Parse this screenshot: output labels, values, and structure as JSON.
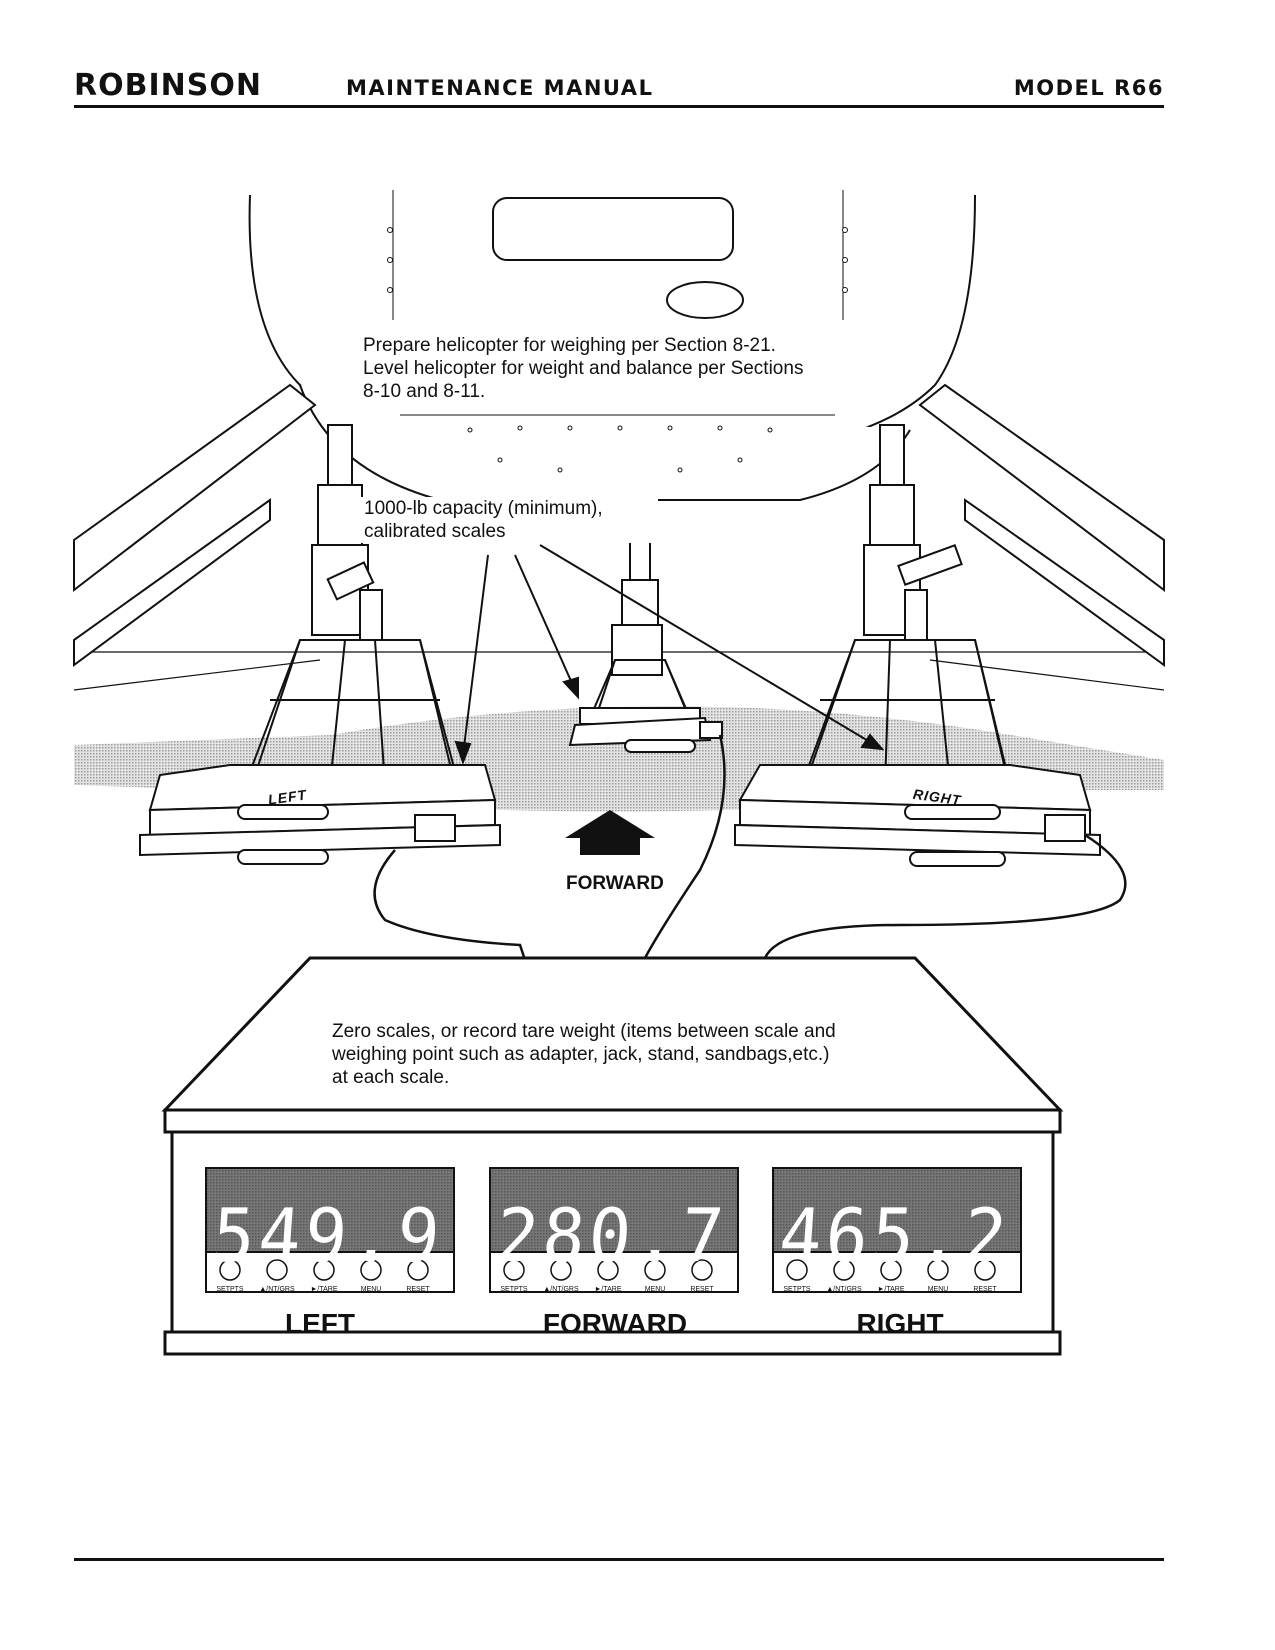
{
  "header": {
    "brand": "ROBINSON",
    "manual_title": "MAINTENANCE MANUAL",
    "model": "MODEL R66"
  },
  "notes": {
    "prepare": "Prepare helicopter for weighing per Section 8-21.\nLevel helicopter for weight and balance per Sections\n8-10 and 8-11.",
    "scales": "1000-lb capacity (minimum),\n       calibrated scales",
    "zero": "Zero scales, or record tare weight (items between scale and\nweighing point such as adapter, jack, stand, sandbags,etc.)\nat each scale."
  },
  "direction": {
    "forward": "FORWARD"
  },
  "pads": {
    "left": "LEFT",
    "right": "RIGHT"
  },
  "indicator": {
    "readouts": {
      "left": "549.9",
      "forward": "280.7",
      "right": "465.2"
    },
    "names": {
      "left": "LEFT",
      "forward": "FORWARD",
      "right": "RIGHT"
    },
    "keys": [
      "SETPTS",
      "▲/NT/GRS",
      "►/TARE",
      "MENU",
      "RESET"
    ]
  },
  "icons": {
    "forward_arrow": "arrow-up-icon",
    "scale_button": "round-button-icon"
  },
  "colors": {
    "ink": "#111111",
    "display_bg": "#6e6e6e",
    "floor_shade": "#cfcfcf"
  }
}
